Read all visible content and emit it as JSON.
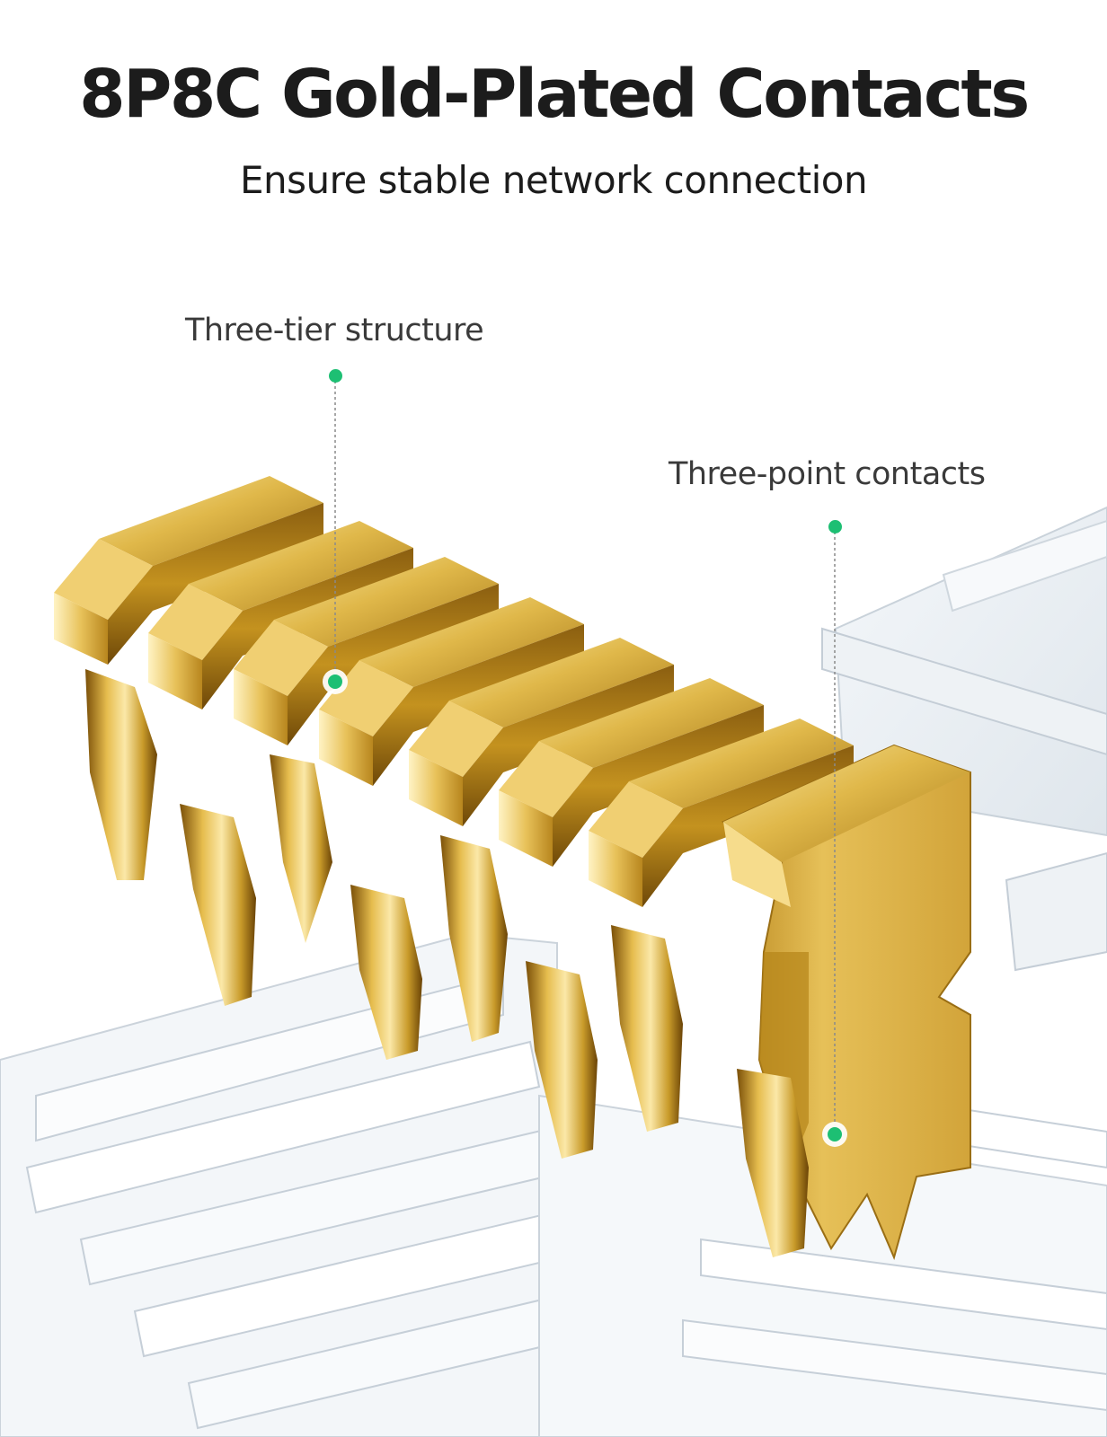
{
  "headline": "8P8C Gold-Plated Contacts",
  "subheadline": "Ensure stable network connection",
  "callouts": {
    "three_tier": "Three-tier structure",
    "three_point": "Three-point contacts"
  },
  "colors": {
    "text_dark": "#1c1c1c",
    "label_text": "#3a3a3a",
    "accent_dot": "#1dbf73",
    "gold": "#d4a838"
  }
}
